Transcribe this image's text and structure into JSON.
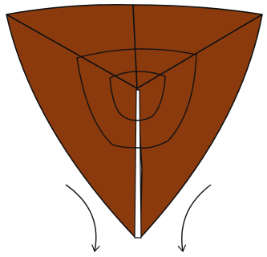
{
  "figure": {
    "kind": "folded-triangular-tetrahedron-net",
    "fill_color": "#8B3A0E",
    "stroke_color": "#111111",
    "background_color": "#ffffff",
    "features": {
      "outer_face": "curved-triangle",
      "fold_lines_from_center": 3,
      "concentric_guide_curves": 2,
      "slit_from_center_to_bottom": true,
      "fold_direction_arrows": 2
    }
  }
}
